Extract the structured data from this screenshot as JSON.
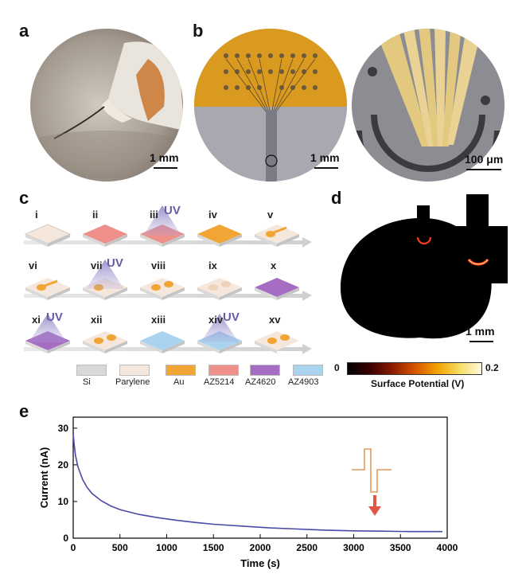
{
  "panels": {
    "a": {
      "label": "a",
      "scale": "1 mm"
    },
    "b": {
      "label": "b",
      "scale_left": "1 mm",
      "scale_right": "100 μm"
    },
    "c": {
      "label": "c",
      "steps": [
        "i",
        "ii",
        "iii",
        "iv",
        "v",
        "vi",
        "vii",
        "viii",
        "ix",
        "x",
        "xi",
        "xii",
        "xiii",
        "xiv",
        "xv"
      ],
      "uv_label": "UV",
      "legend": [
        {
          "name": "Si",
          "color": "#d9d9d9"
        },
        {
          "name": "Parylene",
          "color": "#f6e7dc"
        },
        {
          "name": "Au",
          "color": "#f0a535"
        },
        {
          "name": "AZ5214",
          "color": "#ee8f89"
        },
        {
          "name": "AZ4620",
          "color": "#a56cc1"
        },
        {
          "name": "AZ4903",
          "color": "#a9d3ef"
        }
      ]
    },
    "d": {
      "label": "d",
      "scale": "1 mm",
      "colorbar_min": "0",
      "colorbar_max": "0.2",
      "colorbar_label": "Surface Potential (V)"
    },
    "e": {
      "label": "e"
    }
  },
  "chart_data": {
    "type": "line",
    "xlabel": "Time (s)",
    "ylabel": "Current (nA)",
    "xlim": [
      0,
      4000
    ],
    "ylim": [
      0,
      33
    ],
    "xticks": [
      0,
      500,
      1000,
      1500,
      2000,
      2500,
      3000,
      3500,
      4000
    ],
    "yticks": [
      0,
      10,
      20,
      30
    ],
    "grid": false,
    "series": [
      {
        "color": "#4a4aa8",
        "x": [
          0,
          10,
          25,
          50,
          100,
          150,
          200,
          300,
          400,
          500,
          700,
          900,
          1100,
          1300,
          1500,
          1800,
          2100,
          2400,
          2700,
          3000,
          3300,
          3600,
          3950
        ],
        "y": [
          28.5,
          25.5,
          22.5,
          19.5,
          16,
          13.8,
          12.2,
          10.2,
          8.8,
          7.8,
          6.5,
          5.6,
          4.9,
          4.3,
          3.8,
          3.3,
          2.8,
          2.5,
          2.2,
          2.0,
          1.9,
          1.8,
          1.8
        ]
      }
    ]
  }
}
